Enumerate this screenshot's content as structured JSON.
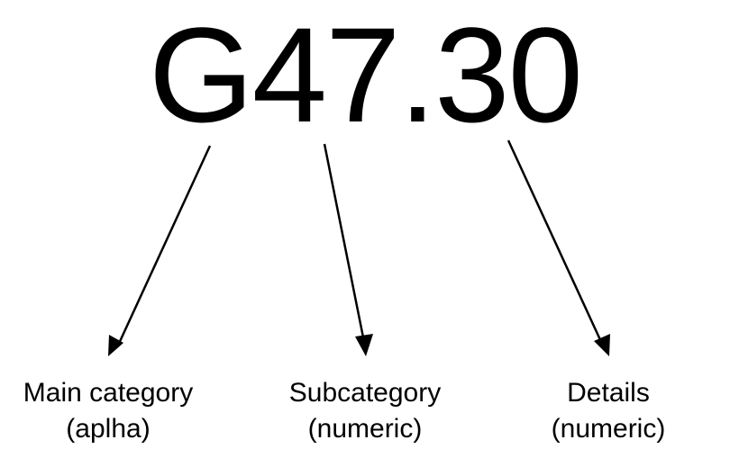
{
  "code": "G47.30",
  "parts": [
    {
      "name": "Main category",
      "type": "(aplha)"
    },
    {
      "name": "Subcategory",
      "type": "(numeric)"
    },
    {
      "name": "Details",
      "type": "(numeric)"
    }
  ]
}
